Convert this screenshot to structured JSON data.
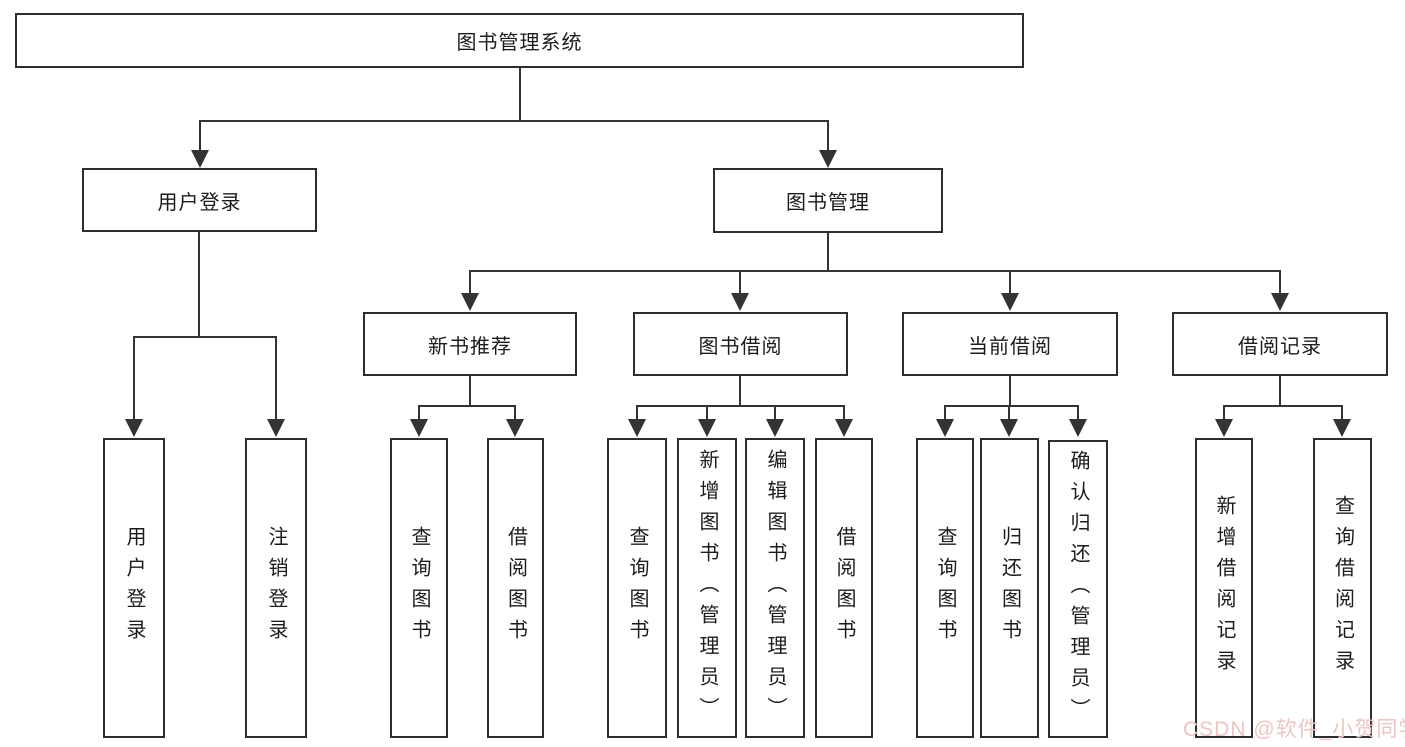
{
  "diagram": {
    "title": "图书管理系统",
    "branches": [
      {
        "label": "用户登录",
        "children": [
          "用户登录",
          "注销登录"
        ]
      },
      {
        "label": "图书管理",
        "sections": [
          {
            "label": "新书推荐",
            "children": [
              "查询图书",
              "借阅图书"
            ]
          },
          {
            "label": "图书借阅",
            "children": [
              "查询图书",
              "新增图书（管理员）",
              "编辑图书（管理员）",
              "借阅图书"
            ]
          },
          {
            "label": "当前借阅",
            "children": [
              "查询图书",
              "归还图书",
              "确认归还（管理员）"
            ]
          },
          {
            "label": "借阅记录",
            "children": [
              "新增借阅记录",
              "查询借阅记录"
            ]
          }
        ]
      }
    ]
  },
  "watermark": "CSDN @软件_小贺同学",
  "colors": {
    "line": "#333333",
    "box_border": "#2d2d2d",
    "text": "#1c1c1c",
    "watermark": "#edc6c2",
    "background": "#ffffff"
  }
}
